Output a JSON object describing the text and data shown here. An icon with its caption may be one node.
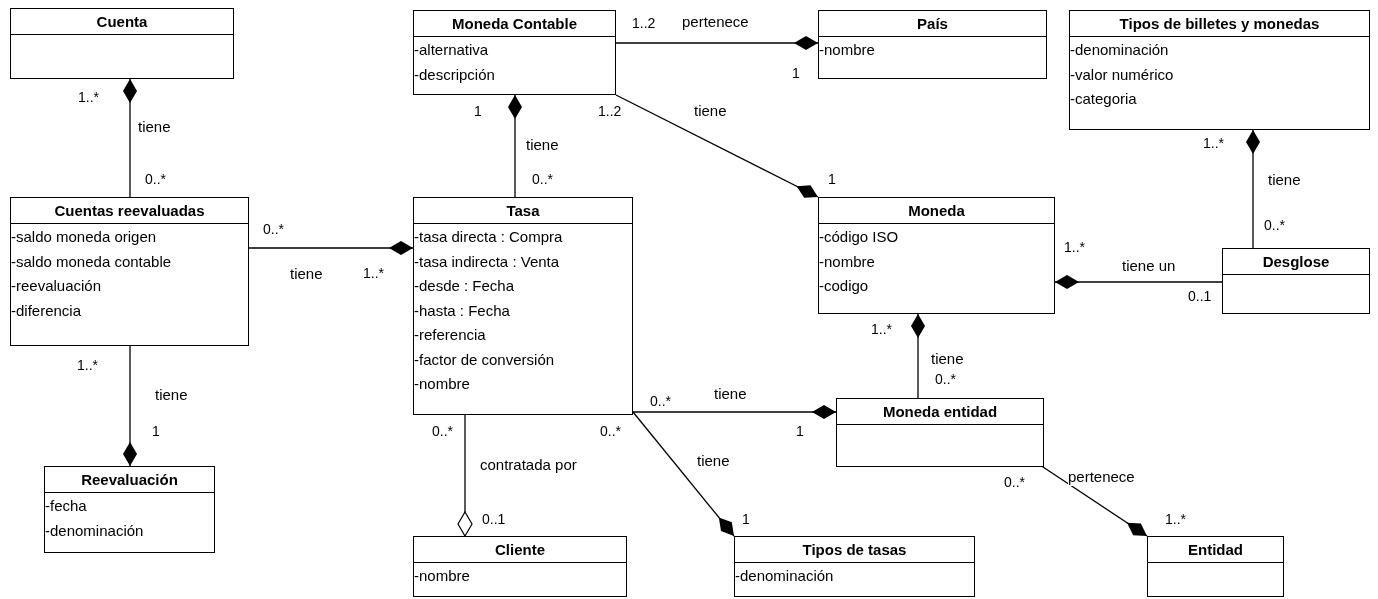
{
  "diagram": {
    "nodes": [
      {
        "text": [
          "Cuenta"
        ]
      },
      {
        "text": [
          "Moneda Contable",
          "-alternativa",
          "-descripción"
        ]
      },
      {
        "text": [
          "País",
          "-nombre"
        ]
      },
      {
        "text": [
          "Tipos de billetes y monedas",
          "-denominación",
          "-valor numérico",
          "-categoria"
        ]
      },
      {
        "text": [
          "Cuentas reevaluadas",
          "-saldo moneda origen",
          "-saldo moneda contable",
          "-reevaluación",
          "-diferencia"
        ]
      },
      {
        "text": [
          "Tasa",
          "-tasa directa : Compra",
          "-tasa indirecta : Venta",
          "-desde : Fecha",
          "-hasta : Fecha",
          "-referencia",
          "-factor de conversión",
          "-nombre"
        ]
      },
      {
        "text": [
          "Moneda",
          "-código ISO",
          "-nombre",
          "-codigo"
        ]
      },
      {
        "text": [
          "Desglose"
        ]
      },
      {
        "text": [
          "Moneda entidad"
        ]
      },
      {
        "text": [
          "Reevaluación",
          "-fecha",
          "-denominación"
        ]
      },
      {
        "text": [
          "Cliente",
          "-nombre"
        ]
      },
      {
        "text": [
          "Tipos de tasas",
          "-denominación"
        ]
      },
      {
        "text": [
          "Entidad"
        ]
      }
    ],
    "edges": [
      {
        "from": 4,
        "to": 0,
        "arrow": "other",
        "label": "tiene"
      },
      {
        "from": 5,
        "to": 1,
        "arrow": "other",
        "label": "tiene"
      },
      {
        "from": 1,
        "to": 2,
        "arrow": "other",
        "label": "pertenece"
      },
      {
        "from": 1,
        "to": 6,
        "arrow": "other",
        "label": "tiene"
      },
      {
        "from": 4,
        "to": 5,
        "arrow": "other",
        "label": "tiene"
      },
      {
        "from": 7,
        "to": 3,
        "arrow": "other",
        "label": "tiene"
      },
      {
        "from": 7,
        "to": 6,
        "arrow": "other",
        "label": "tiene un"
      },
      {
        "from": 8,
        "to": 6,
        "arrow": "other",
        "label": "tiene"
      },
      {
        "from": 5,
        "to": 8,
        "arrow": "other",
        "label": "tiene"
      },
      {
        "from": 4,
        "to": 9,
        "arrow": "other",
        "label": "tiene"
      },
      {
        "from": 5,
        "to": 10,
        "arrow": "other",
        "label": "contratada por"
      },
      {
        "from": 5,
        "to": 11,
        "arrow": "other",
        "label": "tiene"
      },
      {
        "from": 8,
        "to": 12,
        "arrow": "other",
        "label": "pertenece"
      }
    ],
    "labels": [
      "1..2",
      "1",
      "1..*",
      "1",
      "1..2",
      "1..*",
      "0..*",
      "0..*",
      "1",
      "0..*",
      "0..*",
      "1..*",
      "1..*",
      "0..1",
      "1..*",
      "1..*",
      "0..*",
      "0..*",
      "1",
      "0..*",
      "0..*",
      "1",
      "0..*",
      "0..1",
      "1",
      "1..*"
    ]
  }
}
